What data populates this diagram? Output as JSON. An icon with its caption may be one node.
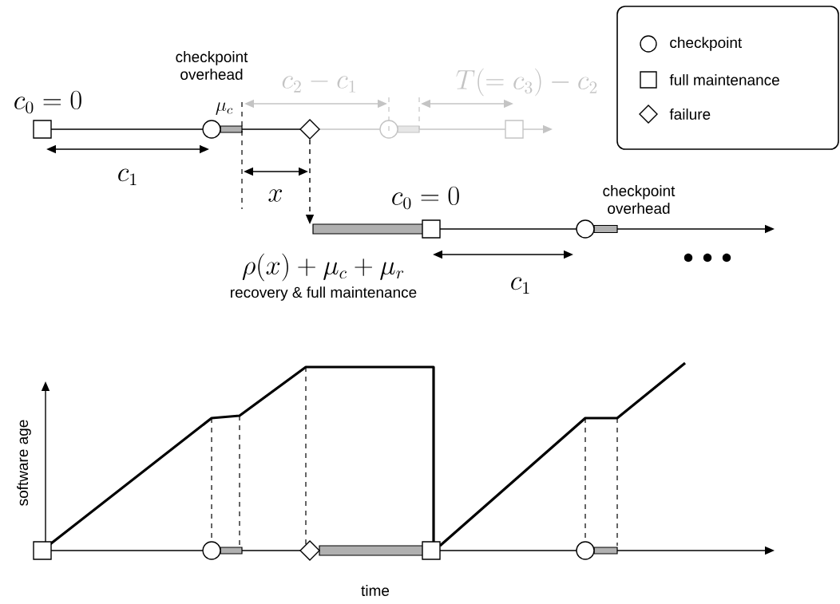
{
  "diagram": {
    "labels": [
      "checkpoint overhead",
      "c_2 - c_1",
      "T(= c_3) - c_2",
      "c_0 = 0",
      "\\mu_c",
      "c_1",
      "x",
      "c_0 = 0",
      "checkpoint overhead",
      "\\rho(x) + \\mu_c + \\mu_r",
      "recovery & full maintenance",
      "c_1",
      "software age",
      "time"
    ],
    "legend": [
      {
        "text": "checkpoint"
      },
      {
        "text": "full maintenance"
      },
      {
        "text": "failure"
      }
    ]
  }
}
